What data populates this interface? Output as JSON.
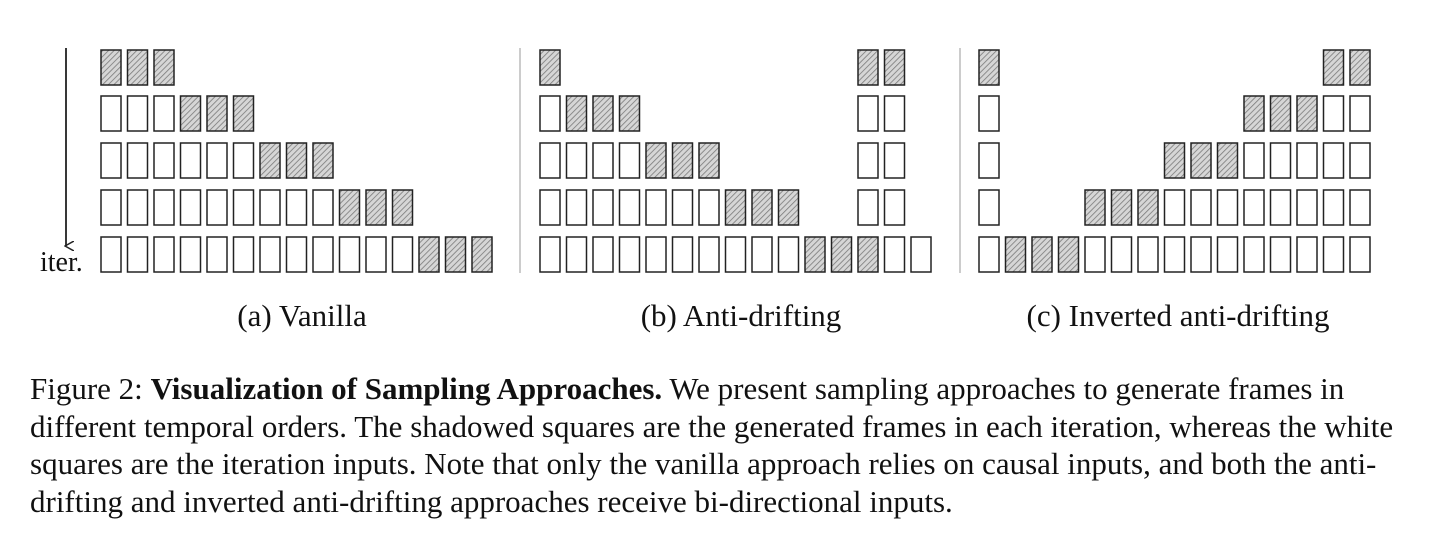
{
  "figure": {
    "axis_label": "iter.",
    "panels": [
      {
        "label": "(a) Vanilla",
        "rows": [
          "GGG",
          "WWWGGG",
          "WWWWWWGGG",
          "WWWWWWWWWGGG",
          "WWWWWWWWWWWWGGG"
        ]
      },
      {
        "label": "(b) Anti-drifting",
        "rows": [
          "G...........GG",
          "WGGG........WW",
          "WWWWGGG.....WW",
          "WWWWWWWGGG..WW",
          "WWWWWWWWWWGGGWW"
        ]
      },
      {
        "label": "(c) Inverted anti-drifting",
        "rows": [
          "G............GG",
          "W.........GGGWW",
          "W......GGGWWWWW",
          "W...GGGWWWWWWWW",
          "WGGGWWWWWWWWWWW"
        ]
      }
    ]
  },
  "caption": {
    "prefix": "Figure 2: ",
    "title": "Visualization of Sampling Approaches.",
    "body": " We present sampling approaches to generate frames in different temporal orders. The shadowed squares are the generated frames in each iteration, whereas the white squares are the iteration inputs. Note that only the vanilla approach relies on causal inputs, and both the anti-drifting and inverted anti-drifting approaches receive bi-directional inputs."
  }
}
